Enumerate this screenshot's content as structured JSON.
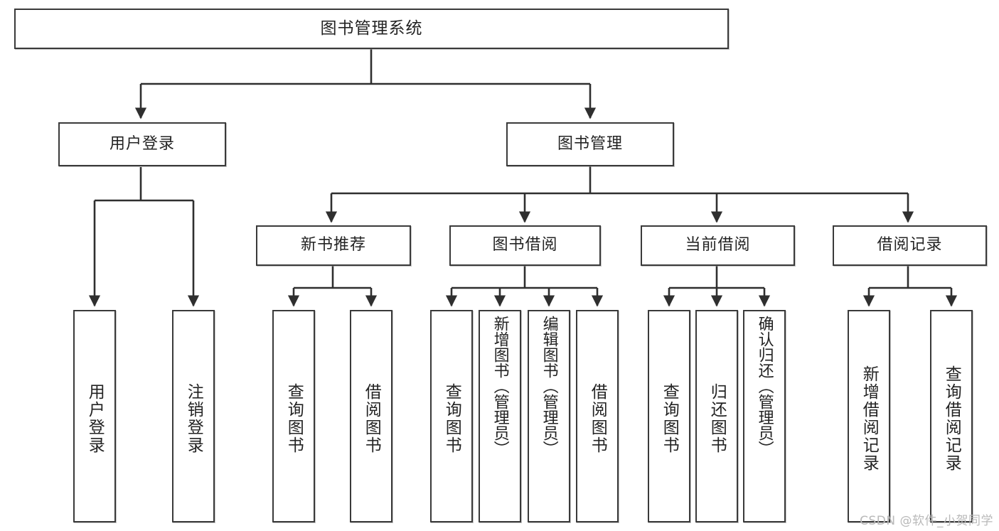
{
  "diagram": {
    "type": "tree",
    "title": "图书管理系统",
    "watermark": "CSDN @软件_小贺同学",
    "theme": {
      "background": "#ffffff",
      "node_border": "#3a3a3a",
      "node_fill": "#ffffff",
      "edge_color": "#2f2f2f",
      "text_color": "#232323",
      "watermark_color": "#b9b9b9"
    },
    "nodes": {
      "root": {
        "label": "图书管理系统"
      },
      "level1": [
        {
          "id": "user-login",
          "label": "用户登录"
        },
        {
          "id": "book-manage",
          "label": "图书管理"
        }
      ],
      "level2": [
        {
          "id": "new-book-recommend",
          "label": "新书推荐"
        },
        {
          "id": "book-borrow",
          "label": "图书借阅"
        },
        {
          "id": "current-borrow",
          "label": "当前借阅"
        },
        {
          "id": "borrow-record",
          "label": "借阅记录"
        }
      ],
      "leaves": {
        "user_login": [
          {
            "id": "leaf-user-login",
            "label": "用户登录"
          },
          {
            "id": "leaf-logout-login",
            "label": "注销登录"
          }
        ],
        "new_book_recommend": [
          {
            "id": "leaf-query-book-1",
            "label": "查询图书"
          },
          {
            "id": "leaf-borrow-book-1",
            "label": "借阅图书"
          }
        ],
        "book_borrow": [
          {
            "id": "leaf-query-book-2",
            "label": "查询图书"
          },
          {
            "id": "leaf-add-book-admin",
            "label": "新增图书（管理员）"
          },
          {
            "id": "leaf-edit-book-admin",
            "label": "编辑图书（管理员）"
          },
          {
            "id": "leaf-borrow-book-2",
            "label": "借阅图书"
          }
        ],
        "current_borrow": [
          {
            "id": "leaf-query-book-3",
            "label": "查询图书"
          },
          {
            "id": "leaf-return-book",
            "label": "归还图书"
          },
          {
            "id": "leaf-confirm-return-admin",
            "label": "确认归还（管理员）"
          }
        ],
        "borrow_record": [
          {
            "id": "leaf-add-borrow-record",
            "label": "新增借阅记录"
          },
          {
            "id": "leaf-query-borrow-record",
            "label": "查询借阅记录"
          }
        ]
      }
    }
  }
}
